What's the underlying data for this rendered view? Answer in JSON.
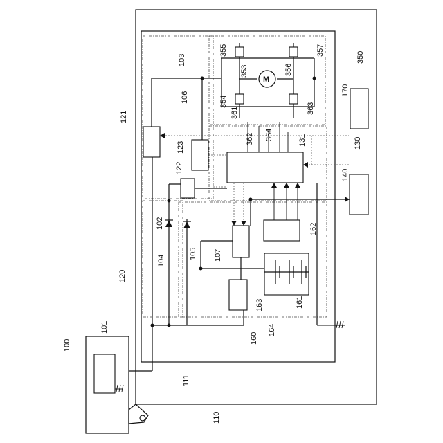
{
  "labels": {
    "l100": "100",
    "l101": "101",
    "l102": "102",
    "l103": "103",
    "l104": "104",
    "l105": "105",
    "l106": "106",
    "l107": "107",
    "l110": "110",
    "l111": "111",
    "l120": "120",
    "l121": "121",
    "l122": "122",
    "l123": "123",
    "l130": "130",
    "l131": "131",
    "l140": "140",
    "l160": "160",
    "l161": "161",
    "l162": "162",
    "l163": "163",
    "l164": "164",
    "l170": "170",
    "l350": "350",
    "l353": "353",
    "l354": "354",
    "l355": "355",
    "l356": "356",
    "l357": "357",
    "l361": "361",
    "l362": "362",
    "l363": "363",
    "l364": "364"
  },
  "symbols": {
    "motor": "M"
  }
}
